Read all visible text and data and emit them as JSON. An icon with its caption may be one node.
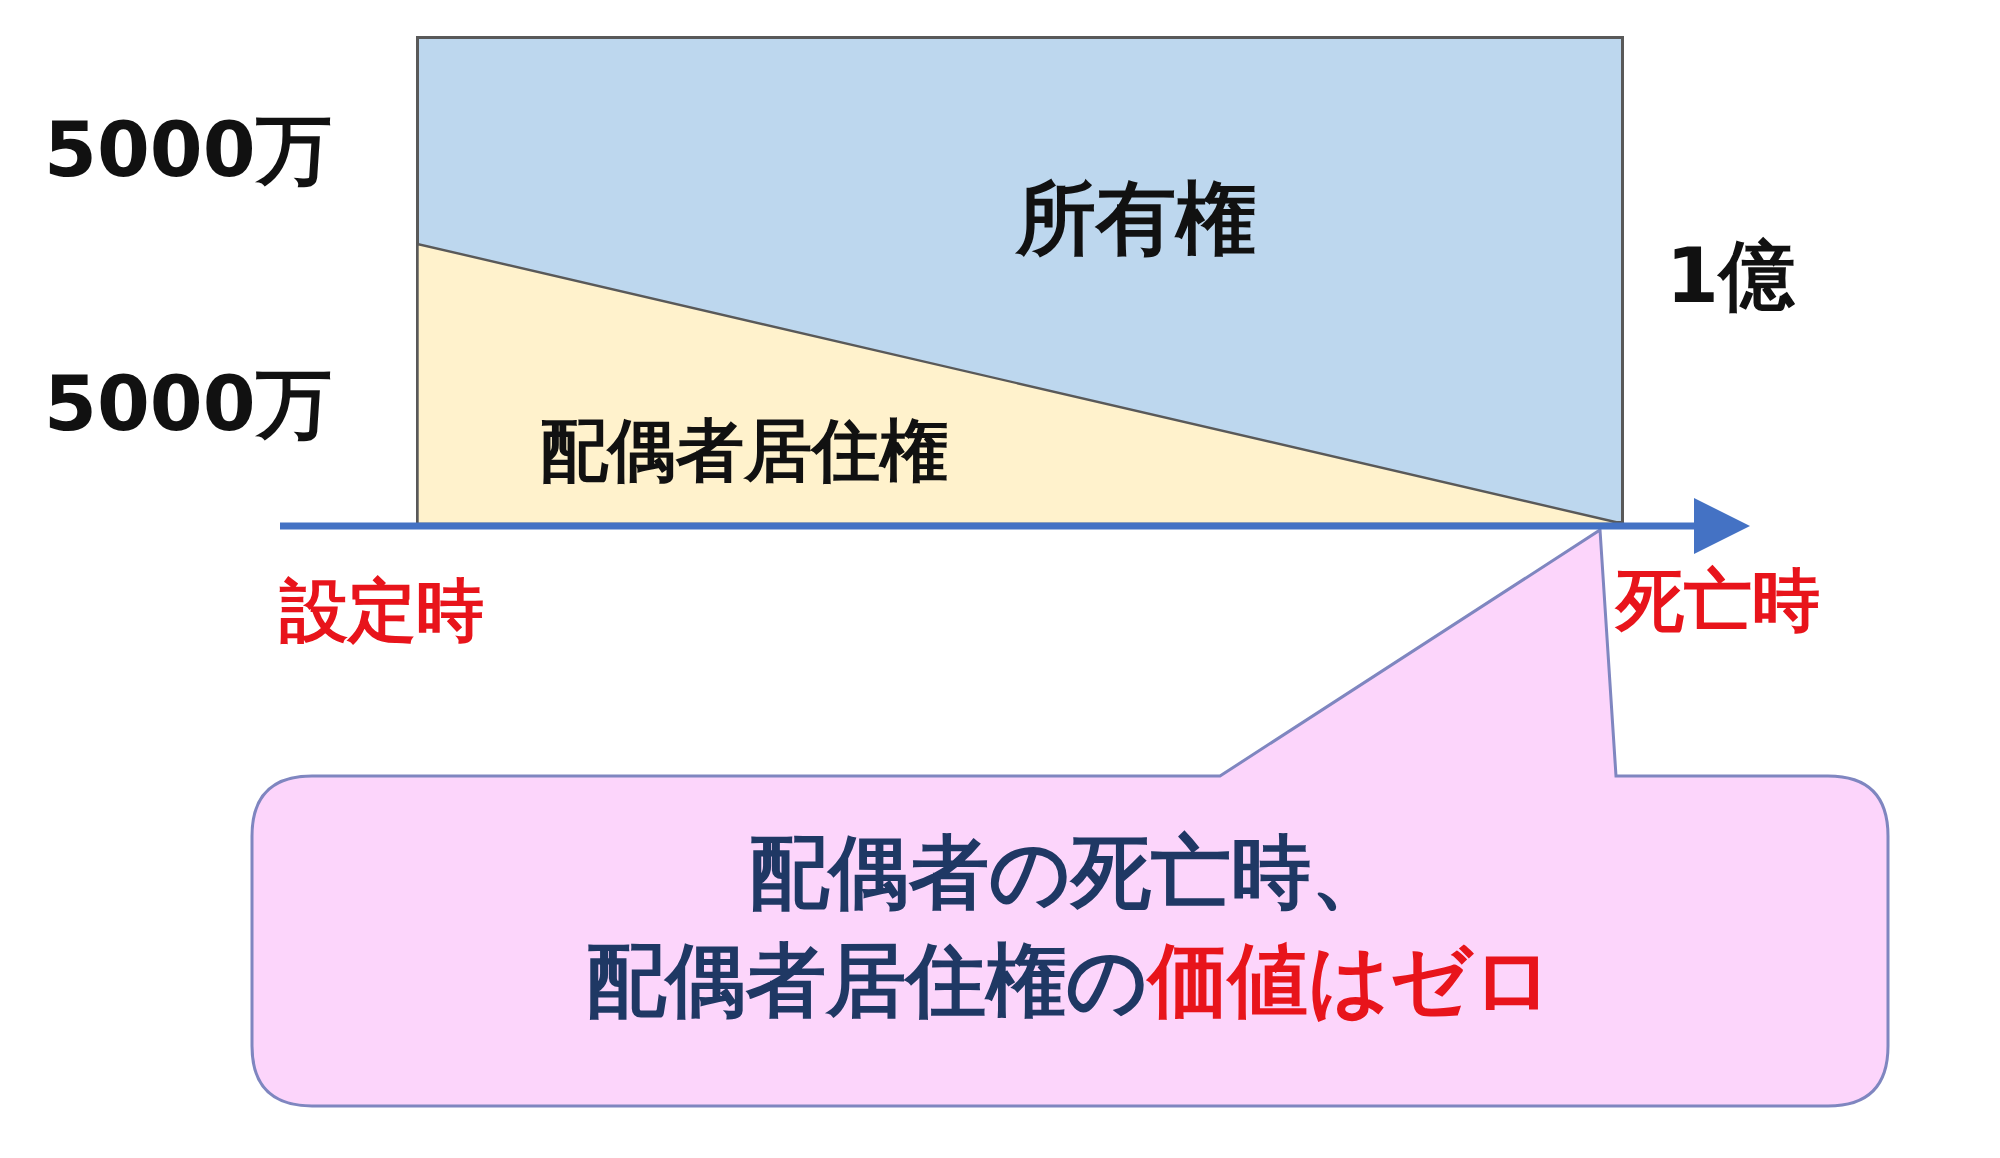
{
  "diagram": {
    "nodes": [
      {
        "text": [
          "所有権"
        ]
      },
      {
        "text": [
          "配偶者居住権"
        ],
        "in": 0
      },
      {
        "text": [
          "配偶者の死亡時、配偶者居住権の**価値はゼロ**"
        ]
      }
    ],
    "labels": [
      "5000万",
      "5000万",
      "1億",
      "設定時",
      "死亡時"
    ]
  }
}
